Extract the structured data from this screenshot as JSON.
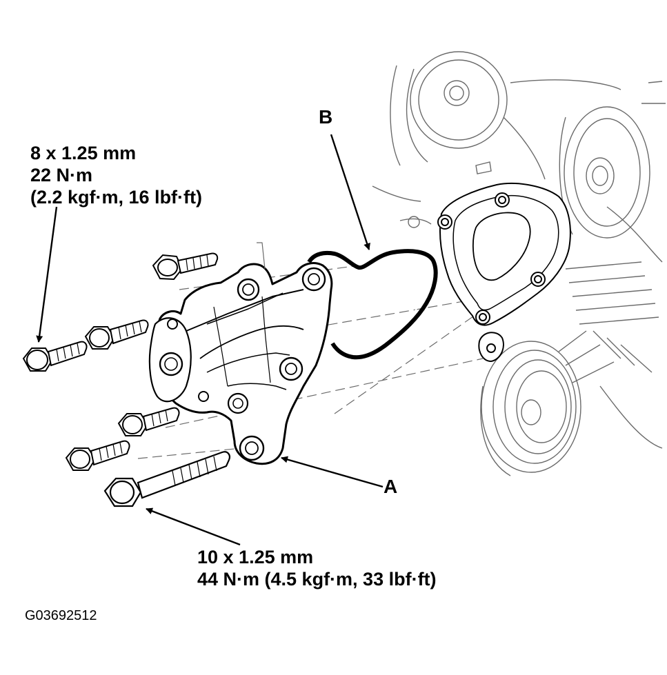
{
  "callouts": {
    "a": "A",
    "b": "B"
  },
  "spec_small_bolts": {
    "size": "8 x 1.25 mm",
    "torque": "22 N·m",
    "torque_alt": "(2.2 kgf·m, 16 lbf·ft)"
  },
  "spec_long_bolt": {
    "size": "10 x 1.25 mm",
    "torque": "44 N·m (4.5 kgf·m, 33 lbf·ft)"
  },
  "figure_id": "G03692512",
  "colors": {
    "ink": "#000000",
    "paper": "#ffffff",
    "light_line": "#6a6a6a"
  }
}
